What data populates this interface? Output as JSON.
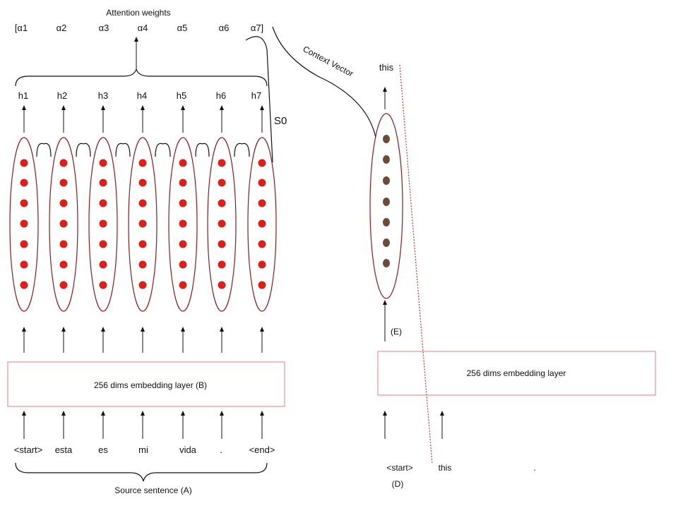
{
  "attention": {
    "title": "Attention  weights",
    "alphas": [
      "[α1",
      "α2",
      "α3",
      "α4",
      "α5",
      "α6",
      "α7]"
    ]
  },
  "hidden_states": [
    "h1",
    "h2",
    "h3",
    "h4",
    "h5",
    "h6",
    "h7"
  ],
  "s0_label": "S0",
  "context_label": "Context Vector",
  "encoder_embedding_label": "256 dims embedding layer  (B)",
  "decoder_embedding_label": "256 dims embedding layer",
  "source_tokens": [
    "<start>",
    "esta",
    "es",
    "mi",
    "vida",
    ".",
    "<end>"
  ],
  "source_label": "Source sentence (A)",
  "decoder_output_word": "this",
  "decoder_inputs": [
    "<start>",
    "this",
    "."
  ],
  "label_d": "(D)",
  "label_e": "(E)",
  "colors": {
    "encoder_dot": "#d9201a",
    "decoder_dot": "#6b4a3a",
    "ellipse_stroke": "#8a1c1c",
    "box_stroke": "#e08080",
    "dashed_line": "#c0392b"
  }
}
